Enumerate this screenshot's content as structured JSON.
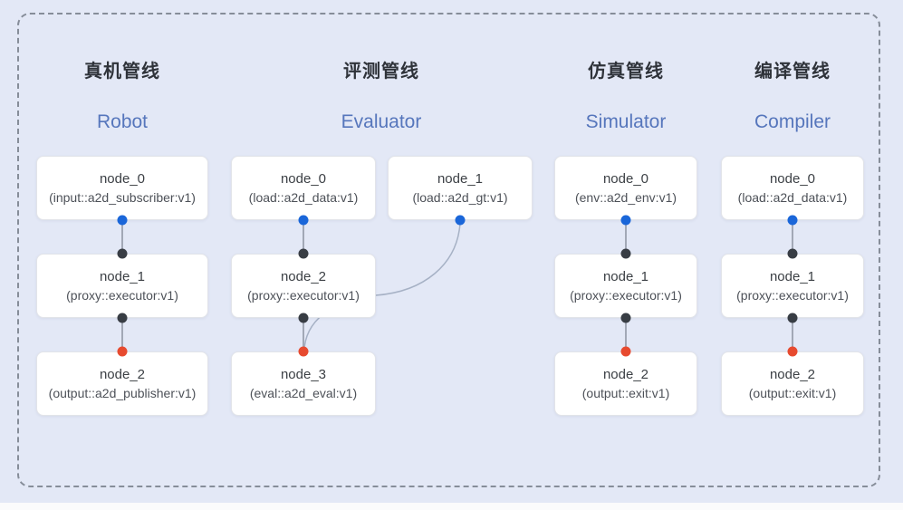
{
  "colors": {
    "background": "#e3e8f6",
    "frame_border": "#868d99",
    "node_background": "#ffffff",
    "node_border": "#e2e4e9",
    "title_zh_color": "#2f333a",
    "title_en_color": "#5676bc",
    "node_name_color": "#3c4045",
    "node_type_color": "#4d5158",
    "edge_color": "#8c93a0",
    "curve_color": "#a6b1c5",
    "port_output_blue": "#1a66d9",
    "port_proxy_dark": "#383d44",
    "port_input_red": "#e74a2f"
  },
  "pipelines": [
    {
      "title_zh": "真机管线",
      "title_en": "Robot",
      "nodes": [
        {
          "name": "node_0",
          "type": "(input::a2d_subscriber:v1)"
        },
        {
          "name": "node_1",
          "type": "(proxy::executor:v1)"
        },
        {
          "name": "node_2",
          "type": "(output::a2d_publisher:v1)"
        }
      ]
    },
    {
      "title_zh": "评测管线",
      "title_en": "Evaluator",
      "nodes": [
        {
          "name": "node_0",
          "type": "(load::a2d_data:v1)"
        },
        {
          "name": "node_1",
          "type": "(load::a2d_gt:v1)"
        },
        {
          "name": "node_2",
          "type": "(proxy::executor:v1)"
        },
        {
          "name": "node_3",
          "type": "(eval::a2d_eval:v1)"
        }
      ]
    },
    {
      "title_zh": "仿真管线",
      "title_en": "Simulator",
      "nodes": [
        {
          "name": "node_0",
          "type": "(env::a2d_env:v1)"
        },
        {
          "name": "node_1",
          "type": "(proxy::executor:v1)"
        },
        {
          "name": "node_2",
          "type": "(output::exit:v1)"
        }
      ]
    },
    {
      "title_zh": "编译管线",
      "title_en": "Compiler",
      "nodes": [
        {
          "name": "node_0",
          "type": "(load::a2d_data:v1)"
        },
        {
          "name": "node_1",
          "type": "(proxy::executor:v1)"
        },
        {
          "name": "node_2",
          "type": "(output::exit:v1)"
        }
      ]
    }
  ]
}
